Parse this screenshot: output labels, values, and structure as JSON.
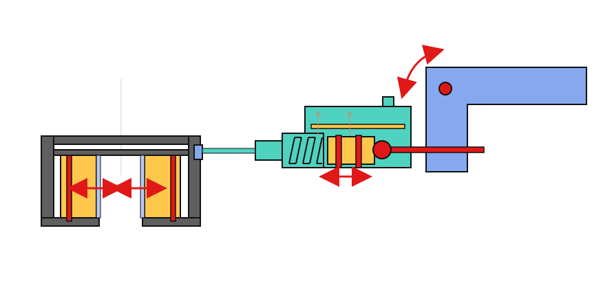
{
  "diagram": {
    "colors": {
      "background": "#ffffff",
      "dark_gray": "#5f5f5f",
      "outline": "#111111",
      "teal": "#4fd3c0",
      "yellow": "#ffc84d",
      "red": "#e01818",
      "blue": "#86a8ee",
      "pale_blue": "#b9c8f4",
      "guide_line": "#d0d0d0",
      "faint_arrow": "#c9887a"
    },
    "components": {
      "gripper": "gripper-assembly",
      "rod": "connecting-rod",
      "actuator": "spring-actuator",
      "lever": "lever-bracket"
    },
    "arrows": [
      "gripper-jaw-left-motion-arrow",
      "gripper-jaw-right-motion-arrow",
      "actuator-slide-motion-arrow",
      "lever-rotation-arrow"
    ]
  }
}
